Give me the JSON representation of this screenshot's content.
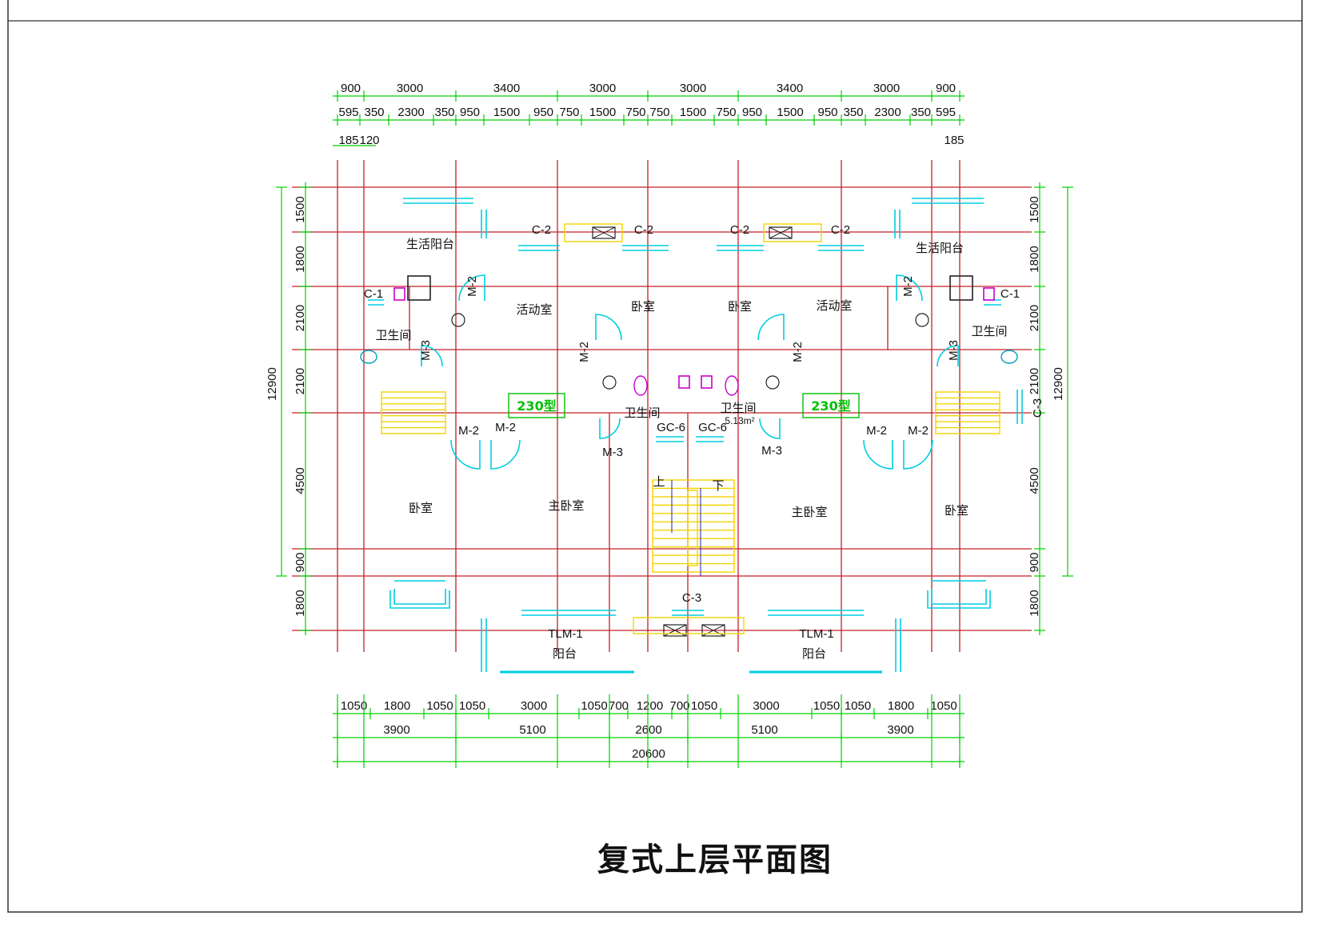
{
  "title": "复式上层平面图",
  "dims": {
    "top_row1": [
      "900",
      "3000",
      "3400",
      "3000",
      "3000",
      "3400",
      "3000",
      "900"
    ],
    "top_row2": [
      "595",
      "350",
      "2300",
      "350",
      "950",
      "1500",
      "950",
      "750",
      "1500",
      "750",
      "750",
      "1500",
      "750",
      "950",
      "1500",
      "950",
      "350",
      "2300",
      "350",
      "595"
    ],
    "top_row3_left": [
      "185",
      "120"
    ],
    "top_row3_right": [
      "185"
    ],
    "left_vertical": [
      "1500",
      "1800",
      "2100",
      "2100",
      "4500",
      "900",
      "1800"
    ],
    "left_total": "12900",
    "right_vertical": [
      "1500",
      "1800",
      "2100",
      "2100",
      "4500",
      "900",
      "1800"
    ],
    "right_total": "12900",
    "bottom_row1": [
      "1050",
      "1800",
      "1050",
      "1050",
      "3000",
      "1050",
      "700",
      "1200",
      "700",
      "1050",
      "3000",
      "1050",
      "1050",
      "1800",
      "1050"
    ],
    "bottom_row2": [
      "3900",
      "5100",
      "2600",
      "5100",
      "3900"
    ],
    "bottom_total": "20600"
  },
  "rooms": {
    "life_balcony": "生活阳台",
    "activity_room": "活动室",
    "bedroom": "卧室",
    "bathroom": "卫生间",
    "bathroom_area": "5.13m²",
    "master_bedroom": "主卧室",
    "balcony": "阳台",
    "up": "上",
    "down": "下",
    "type_label": "230型"
  },
  "tags": {
    "c1": "C-1",
    "c2": "C-2",
    "c3": "C-3",
    "m2": "M-2",
    "m3": "M-3",
    "gc6": "GC-6",
    "tlm1": "TLM-1"
  },
  "colors": {
    "axis": "#c4202a",
    "dimension": "#00d000",
    "window": "#00cfe0",
    "stair": "#f3d400",
    "fixture": "#cc00cc",
    "frame": "#333333"
  }
}
